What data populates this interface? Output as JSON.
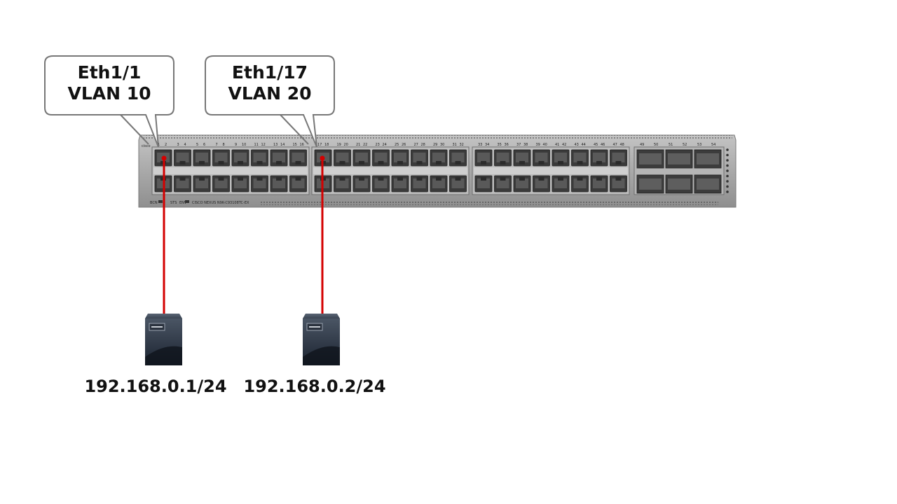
{
  "callouts": [
    {
      "port": "Eth1/1",
      "vlan": "VLAN 10"
    },
    {
      "port": "Eth1/17",
      "vlan": "VLAN 20"
    }
  ],
  "hosts": [
    {
      "ip": "192.168.0.1/24"
    },
    {
      "ip": "192.168.0.2/24"
    }
  ],
  "switch": {
    "model_label": "CISCO NEXUS N9K-C93108TC-EX",
    "brand": "cisco",
    "status_labels": [
      "BCN",
      "STS",
      "ENV"
    ],
    "port_numbers_block1": [
      "1",
      "2",
      "3",
      "4",
      "5",
      "6",
      "7",
      "8",
      "9",
      "10",
      "11",
      "12",
      "13",
      "14",
      "15",
      "16"
    ],
    "port_numbers_block2": [
      "17",
      "18",
      "19",
      "20",
      "21",
      "22",
      "23",
      "24",
      "25",
      "26",
      "27",
      "28",
      "29",
      "30",
      "31",
      "32"
    ],
    "port_numbers_block3": [
      "33",
      "34",
      "35",
      "36",
      "37",
      "38",
      "39",
      "40",
      "41",
      "42",
      "43",
      "44",
      "45",
      "46",
      "47",
      "48"
    ],
    "uplink_labels": [
      "49",
      "50",
      "51",
      "52",
      "53",
      "54"
    ]
  },
  "colors": {
    "cable": "#d40000",
    "chassis": "#9a9a9a",
    "callout_border": "#777777"
  }
}
